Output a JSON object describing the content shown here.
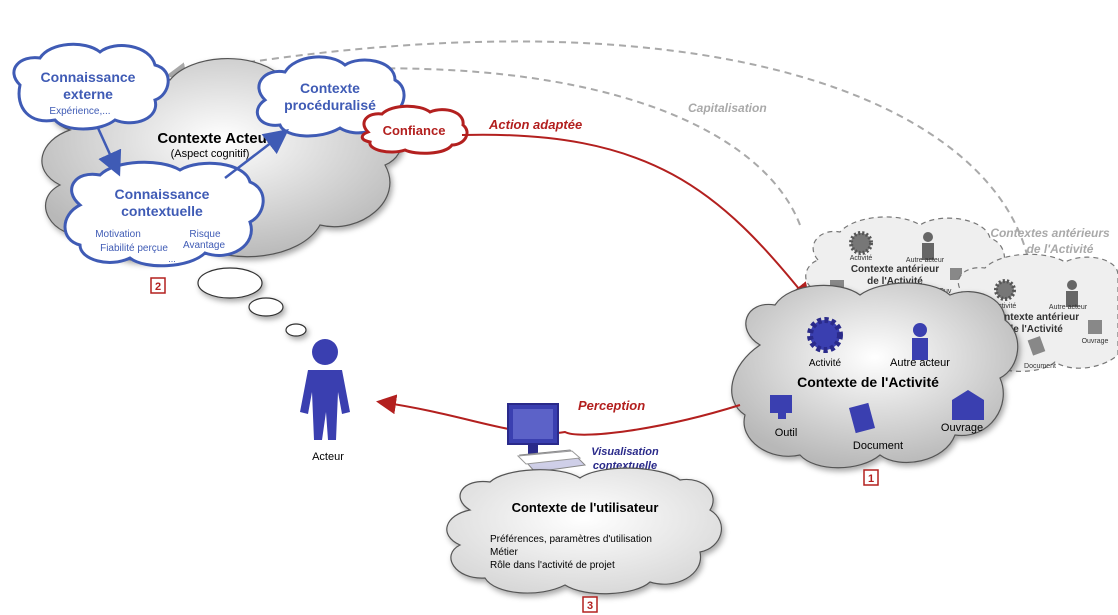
{
  "actor_context": {
    "title": "Contexte Acteur",
    "subtitle": "(Aspect cognitif)",
    "external_knowledge": {
      "line1": "Connaissance",
      "line2": "externe",
      "detail": "Expérience,..."
    },
    "proceduralized": {
      "line1": "Contexte",
      "line2": "procéduralisé"
    },
    "trust": "Confiance",
    "contextual_knowledge": {
      "line1": "Connaissance",
      "line2": "contextuelle",
      "items": [
        "Motivation",
        "Risque",
        "Fiabilité perçue",
        "Avantage",
        "..."
      ]
    },
    "badge": "2"
  },
  "actor": {
    "label": "Acteur"
  },
  "arrows": {
    "action": "Action adaptée",
    "capitalisation": "Capitalisation",
    "perception": "Perception",
    "visualisation_line1": "Visualisation",
    "visualisation_line2": "contextuelle"
  },
  "activity_context": {
    "title": "Contexte de l'Activité",
    "items": {
      "activity": "Activité",
      "other_actor": "Autre acteur",
      "tool": "Outil",
      "document": "Document",
      "work": "Ouvrage"
    },
    "badge": "1"
  },
  "previous_contexts": {
    "heading_line1": "Contextes antérieurs",
    "heading_line2": "de l'Activité",
    "card_title_line1": "Contexte antérieur",
    "card_title_line2": "de l'Activité",
    "back_items": {
      "activity": "Activité",
      "other_actor": "Autre acteur",
      "work": "Ouv"
    },
    "front_items": {
      "activity": "Activité",
      "other_actor": "Autre acteur",
      "document": "Document",
      "work": "Ouvrage"
    }
  },
  "user_context": {
    "title": "Contexte de l'utilisateur",
    "lines": [
      "Préférences, paramètres d'utilisation",
      "Métier",
      "Rôle dans l'activité de projet"
    ],
    "badge": "3"
  },
  "colors": {
    "blue": "#3f5bb5",
    "red": "#b3201f",
    "grey": "#a9a9a9",
    "figure": "#3a3fb0",
    "navy": "#2a2a8a"
  }
}
